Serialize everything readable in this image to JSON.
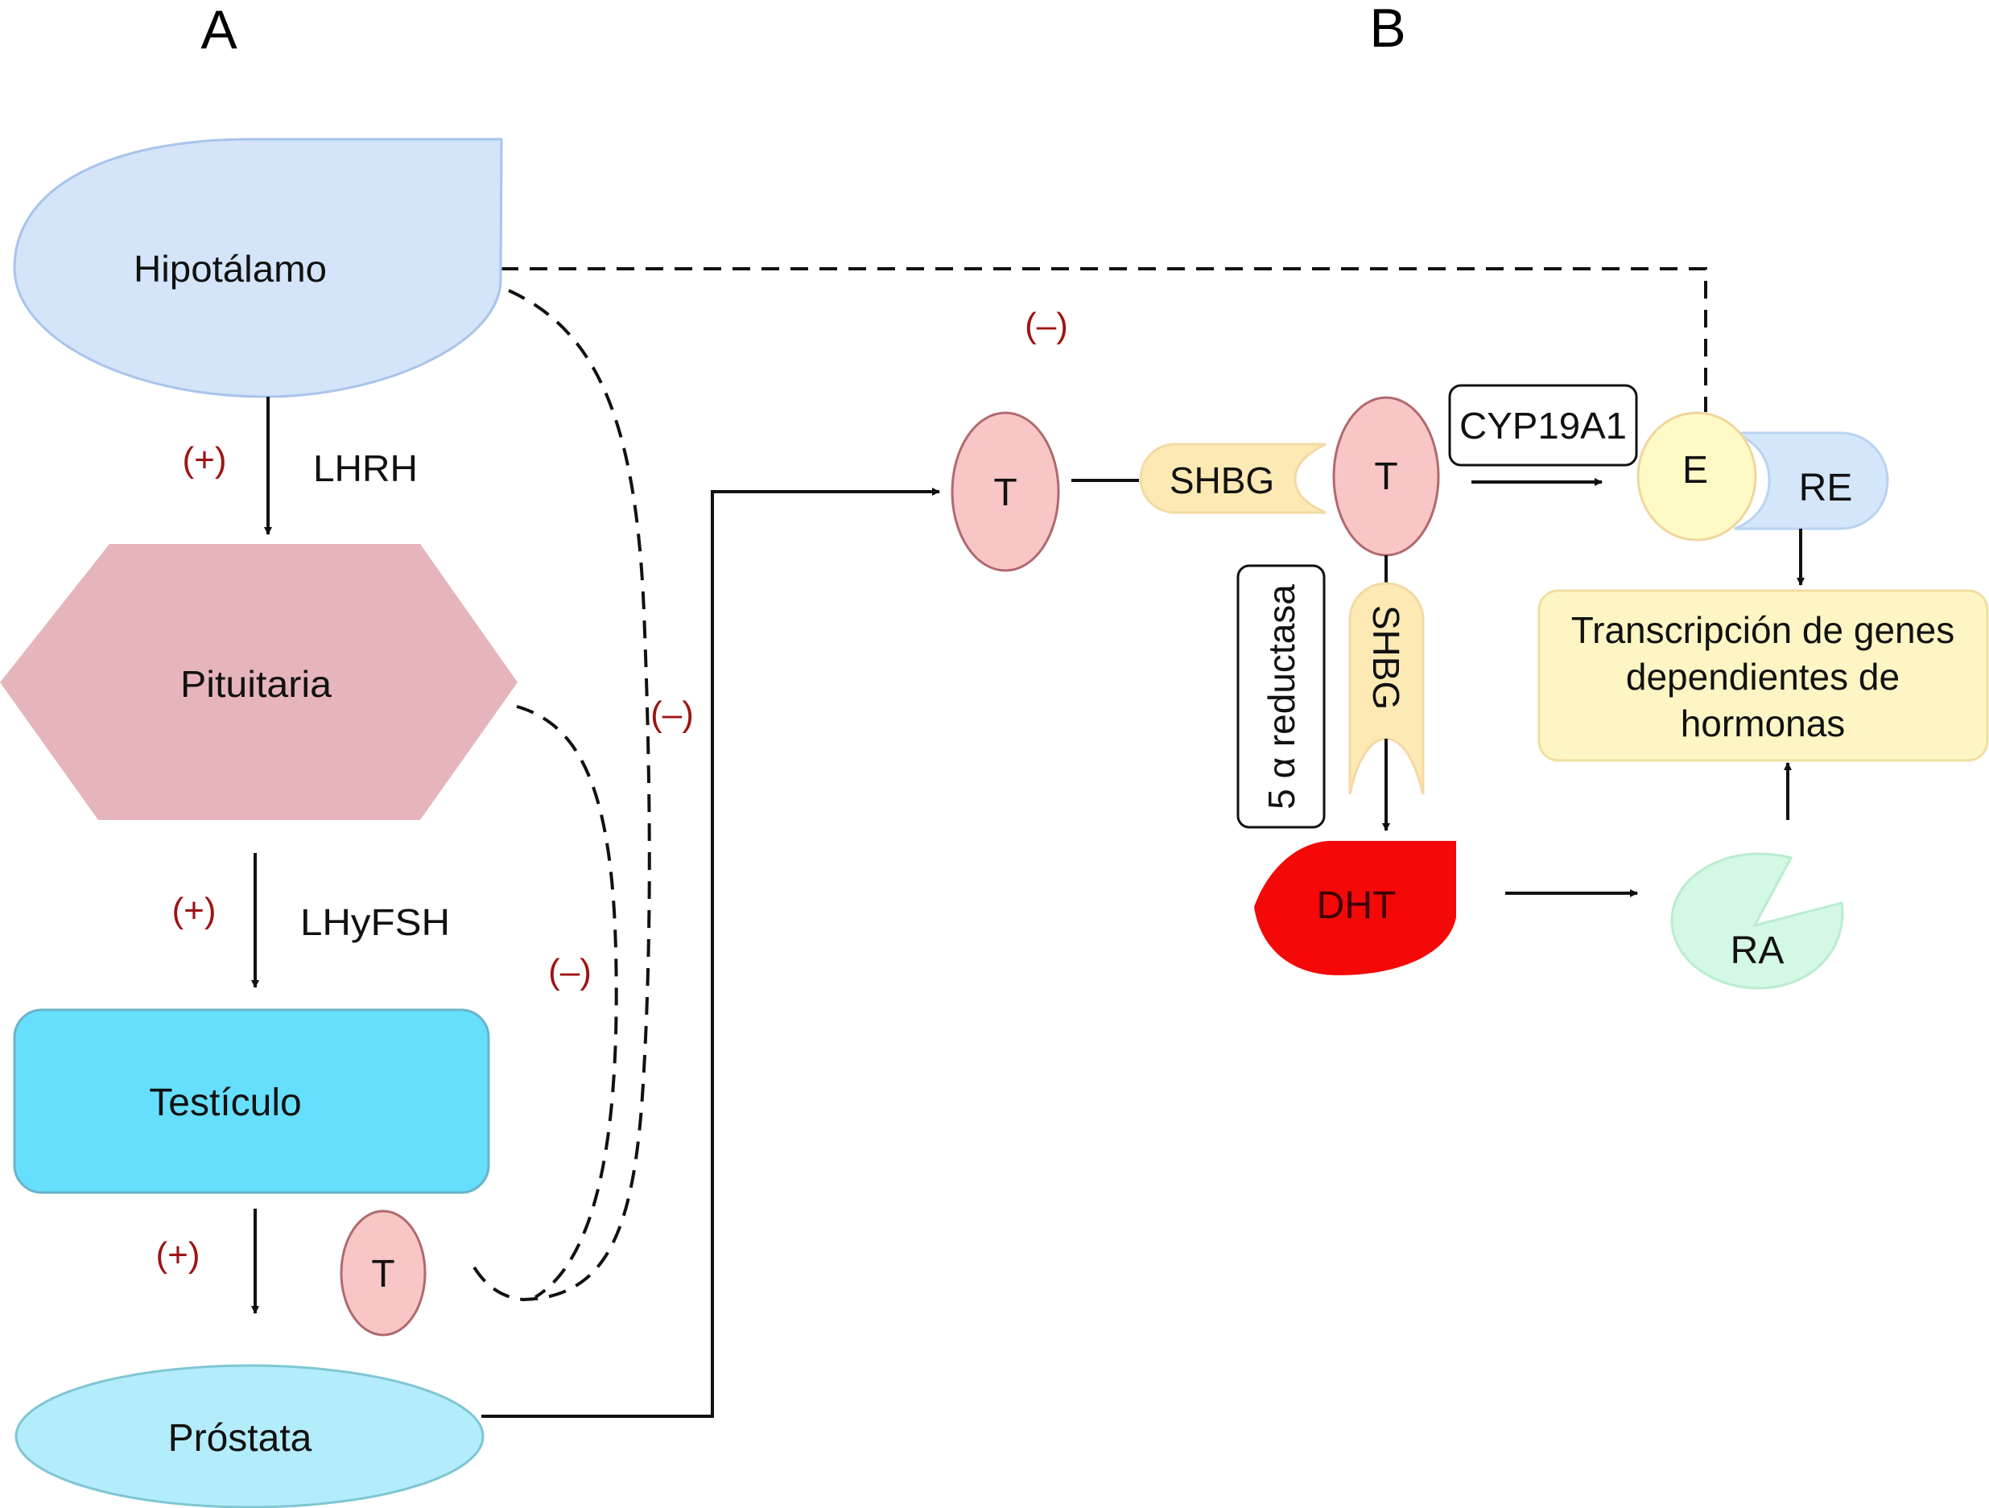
{
  "figure": {
    "panel_a_label": "A",
    "panel_b_label": "B"
  },
  "panel_a": {
    "hypothalamus": {
      "label": "Hipotálamo"
    },
    "pituitary": {
      "label": "Pituitaria"
    },
    "testicle": {
      "label": "Testículo"
    },
    "prostate": {
      "label": "Próstata"
    },
    "testosterone": {
      "label": "T"
    },
    "arrow_lhrh": {
      "label": "LHRH",
      "sign": "(+)"
    },
    "arrow_lhfsh": {
      "label": "LHyFSH",
      "sign": "(+)"
    },
    "arrow_testicle_prostate": {
      "sign": "(+)"
    },
    "feedback_hypothalamus": {
      "sign": "(–)"
    },
    "feedback_pituitary": {
      "sign": "(–)"
    }
  },
  "panel_b": {
    "feedback_estrogen": {
      "sign": "(–)"
    },
    "t_free": {
      "label": "T"
    },
    "shbg_horizontal": {
      "label": "SHBG"
    },
    "t_bound": {
      "label": "T"
    },
    "shbg_vertical": {
      "label": "SHBG"
    },
    "enzyme_aromatase": {
      "label": "CYP19A1"
    },
    "enzyme_reductase": {
      "label": "5 α reductasa"
    },
    "estrogen": {
      "label": "E"
    },
    "estrogen_receptor": {
      "label": "RE"
    },
    "dht": {
      "label": "DHT"
    },
    "androgen_receptor": {
      "label": "RA"
    },
    "transcription": {
      "lines": [
        "Transcripción de genes",
        "dependientes de",
        "hormonas"
      ]
    }
  },
  "colors": {
    "hypothalamus_fill": "#d4e4f9",
    "hypothalamus_stroke": "#a9c4eb",
    "pituitary_fill": "#e6b5bb",
    "testicle_fill": "#66dffd",
    "testicle_stroke": "#6ab3c8",
    "prostate_fill": "#b3ecfa",
    "prostate_stroke": "#7fc6d3",
    "testosterone_fill": "#f8c6c6",
    "testosterone_stroke": "#b06a6e",
    "shbg_fill": "#fde9b3",
    "shbg_stroke": "#f4d9a4",
    "estrogen_fill": "#fefac6",
    "estrogen_stroke": "#f0d69d",
    "receptor_re_fill": "#d4e6fa",
    "receptor_re_stroke": "#b9d3f1",
    "dht_fill": "#f50808",
    "receptor_ra_fill": "#d3f8e3",
    "receptor_ra_stroke": "#b9edcf",
    "transcription_fill": "#fdf6c4",
    "transcription_stroke": "#f2dda0",
    "sign_color": "#9e1414"
  }
}
